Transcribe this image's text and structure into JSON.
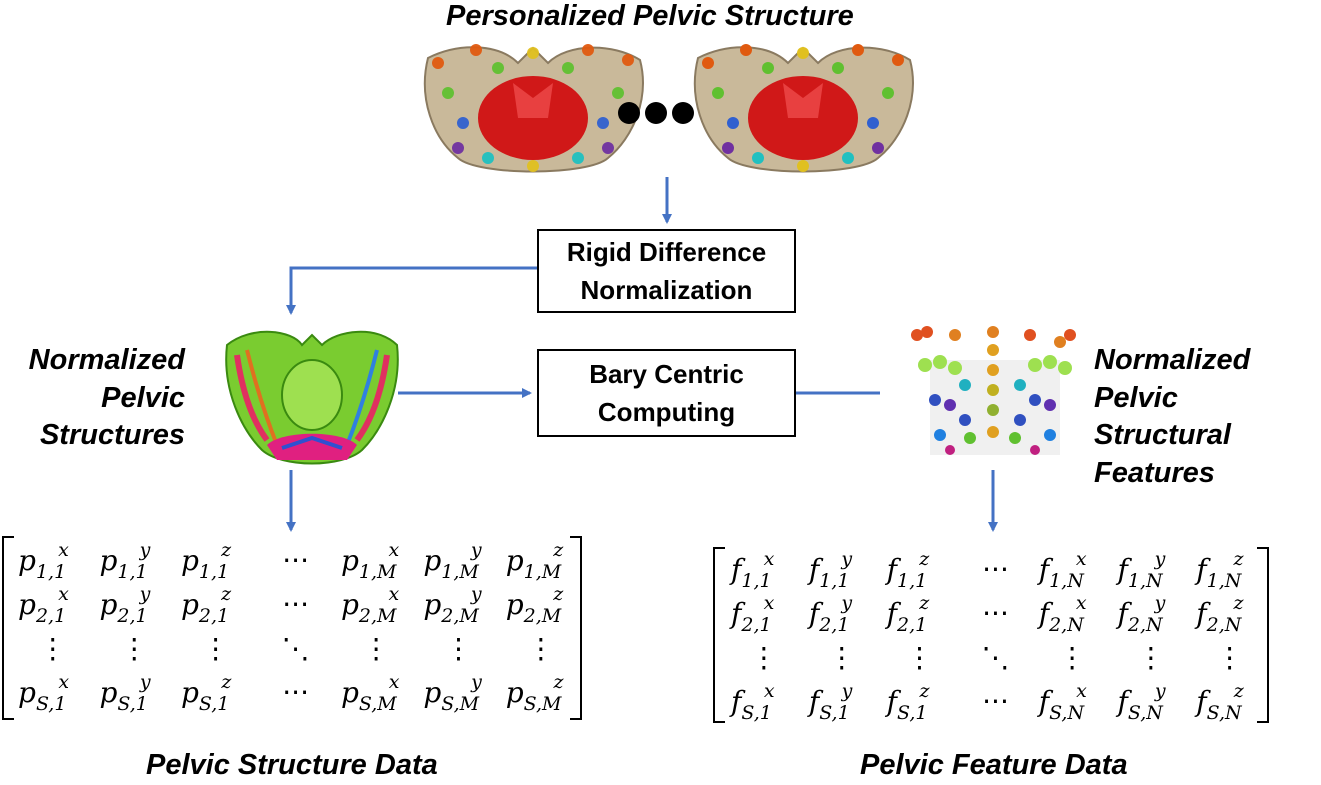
{
  "titles": {
    "top": "Personalized Pelvic Structure",
    "left_middle": [
      "Normalized",
      "Pelvic",
      "Structures"
    ],
    "right_middle": [
      "Normalized",
      "Pelvic Structural",
      "Features"
    ],
    "bottom_left": "Pelvic Structure Data",
    "bottom_right": "Pelvic Feature Data"
  },
  "boxes": {
    "rigid": [
      "Rigid Difference",
      "Normalization"
    ],
    "bary": [
      "Bary Centric",
      "Computing"
    ]
  },
  "matrix_left": {
    "base": "p",
    "rows": [
      [
        [
          "1,1",
          "x"
        ],
        [
          "1,1",
          "y"
        ],
        [
          "1,1",
          "z"
        ],
        "···",
        [
          "1,M",
          "x"
        ],
        [
          "1,M",
          "y"
        ],
        [
          "1,M",
          "z"
        ]
      ],
      [
        [
          "2,1",
          "x"
        ],
        [
          "2,1",
          "y"
        ],
        [
          "2,1",
          "z"
        ],
        "···",
        [
          "2,M",
          "x"
        ],
        [
          "2,M",
          "y"
        ],
        [
          "2,M",
          "z"
        ]
      ],
      [
        "⋮",
        "⋮",
        "⋮",
        "⋱",
        "⋮",
        "⋮",
        "⋮"
      ],
      [
        [
          "S,1",
          "x"
        ],
        [
          "S,1",
          "y"
        ],
        [
          "S,1",
          "z"
        ],
        "···",
        [
          "S,M",
          "x"
        ],
        [
          "S,M",
          "y"
        ],
        [
          "S,M",
          "z"
        ]
      ]
    ]
  },
  "matrix_right": {
    "base": "f",
    "rows": [
      [
        [
          "1,1",
          "x"
        ],
        [
          "1,1",
          "y"
        ],
        [
          "1,1",
          "z"
        ],
        "···",
        [
          "1,N",
          "x"
        ],
        [
          "1,N",
          "y"
        ],
        [
          "1,N",
          "z"
        ]
      ],
      [
        [
          "2,1",
          "x"
        ],
        [
          "2,1",
          "y"
        ],
        [
          "2,1",
          "z"
        ],
        "···",
        [
          "2,N",
          "x"
        ],
        [
          "2,N",
          "y"
        ],
        [
          "2,N",
          "z"
        ]
      ],
      [
        "⋮",
        "⋮",
        "⋮",
        "⋱",
        "⋮",
        "⋮",
        "⋮"
      ],
      [
        [
          "S,1",
          "x"
        ],
        [
          "S,1",
          "y"
        ],
        [
          "S,1",
          "z"
        ],
        "···",
        [
          "S,N",
          "x"
        ],
        [
          "S,N",
          "y"
        ],
        [
          "S,N",
          "z"
        ]
      ]
    ]
  },
  "colors": {
    "arrow": "#4472c4",
    "bone": "#c9b99a",
    "inner": "#d01818"
  }
}
